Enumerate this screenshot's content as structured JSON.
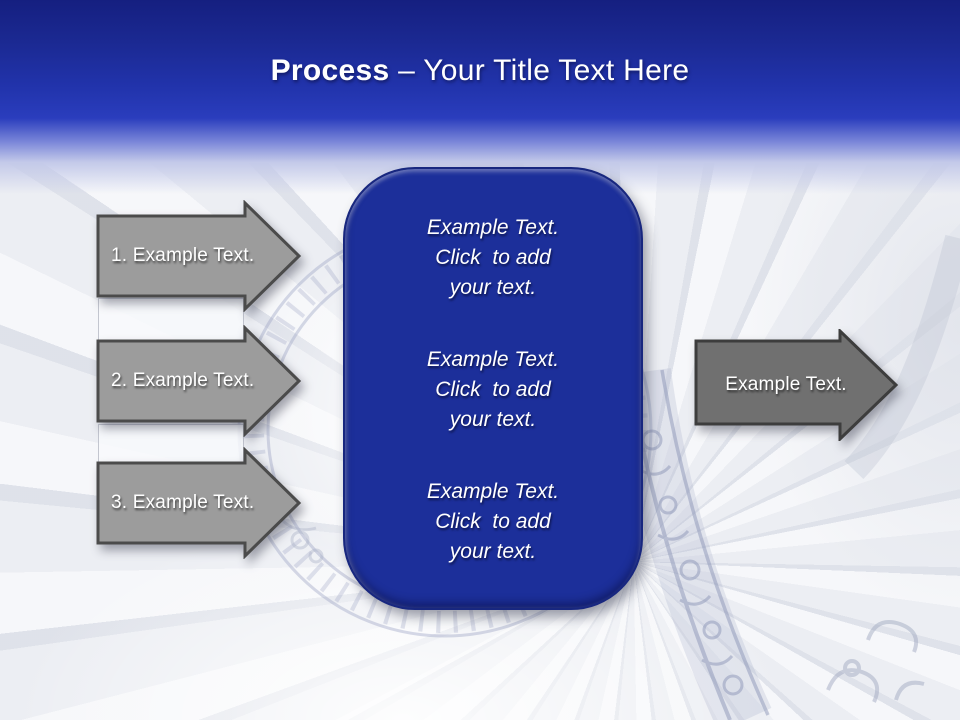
{
  "header": {
    "title_bold": "Process",
    "title_rest": "– Your Title Text Here"
  },
  "left_arrows": [
    {
      "label": "1. Example Text."
    },
    {
      "label": "2. Example Text."
    },
    {
      "label": "3. Example Text."
    }
  ],
  "center_panel": {
    "paragraphs": [
      {
        "lines": [
          "Example Text.",
          "Click  to add",
          "your text."
        ]
      },
      {
        "lines": [
          "Example Text.",
          "Click  to add",
          "your text."
        ]
      },
      {
        "lines": [
          "Example Text.",
          "Click  to add",
          "your text."
        ]
      }
    ]
  },
  "right_arrow": {
    "label": "Example Text."
  },
  "colors": {
    "header_top": "#151f80",
    "header_bottom": "#2a3dbd",
    "panel_fill": "#1c2f9a",
    "left_arrow_fill": "#9c9c9c",
    "left_arrow_border": "#4b4b4b",
    "right_arrow_fill": "#707070",
    "right_arrow_border": "#3d3d3d",
    "text_white": "#ffffff"
  }
}
